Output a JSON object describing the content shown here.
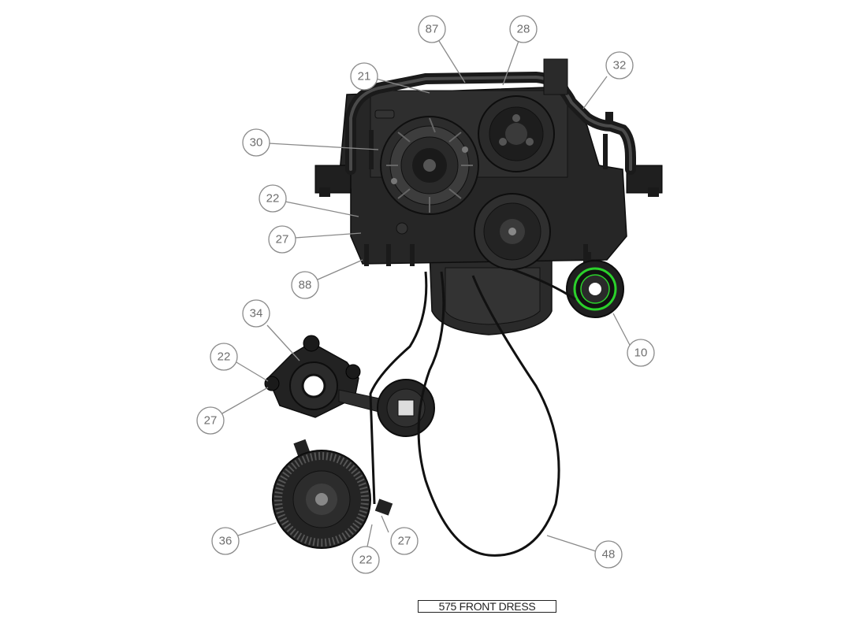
{
  "title": "575 FRONT DRESS",
  "balloons": {
    "b87": "87",
    "b28": "28",
    "b21": "21",
    "b32": "32",
    "b30": "30",
    "b22a": "22",
    "b27a": "27",
    "b88": "88",
    "b10": "10",
    "b34": "34",
    "b22b": "22",
    "b27b": "27",
    "b36": "36",
    "b27c": "27",
    "b22c": "22",
    "b48": "48"
  },
  "colors": {
    "part_dark": "#1c1c1c",
    "part_mid": "#3a3a3a",
    "part_light": "#6a6a6a",
    "idler_highlight": "#2bd12b",
    "balloon_stroke": "#8a8a8a"
  }
}
